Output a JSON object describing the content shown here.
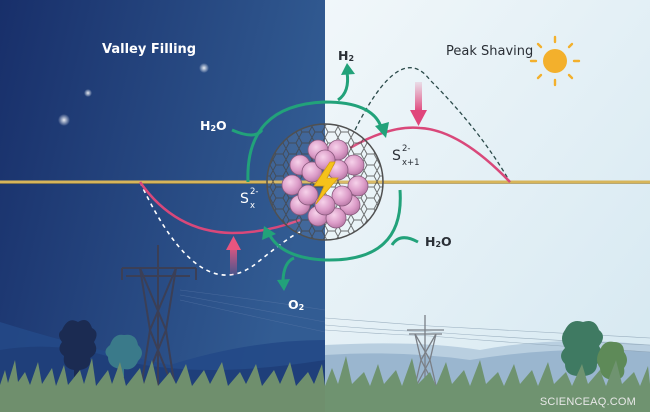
{
  "figure": {
    "left_panel": {
      "title": "Valley Filling",
      "theme": "night",
      "icon": "moon-icon",
      "sky_color_top": "#1c3570",
      "sky_color_bottom": "#2f5891"
    },
    "right_panel": {
      "title": "Peak Shaving",
      "theme": "day",
      "icon": "sun-icon",
      "sky_color_top": "#e6f1f7",
      "sky_color_bottom": "#d4e6ef"
    },
    "labels": {
      "h2o_left": "H",
      "h2o_left_sub": "2",
      "h2o_left_tail": "O",
      "h2": "H",
      "h2_sub": "2",
      "h2o_right": "H",
      "h2o_right_sub": "2",
      "h2o_right_tail": "O",
      "o2": "O",
      "o2_sub": "2",
      "sx_base": "S",
      "sx_sup": "2-",
      "sx_sub": "x",
      "sx1_base": "S",
      "sx1_sup": "2-",
      "sx1_sub": "x+1"
    },
    "center": {
      "description": "Fullerene cage enclosing pink sulfur-cluster catalyst with lightning bolt",
      "icon": "lightning-bolt-icon",
      "cage_color": "#3c3c3c",
      "cluster_color": "#e2a6d0",
      "bolt_color": "#f5c21b"
    },
    "colors": {
      "baseline": "#c9a64a",
      "curve_pink": "#d9487a",
      "arrow_green": "#22a27a",
      "dashed_night": "#ffffff",
      "dashed_day": "#2b4a4a",
      "grass": "#6f8f6d",
      "sun": "#f3b02c"
    },
    "watermark": "SCIENCEAQ.COM"
  }
}
